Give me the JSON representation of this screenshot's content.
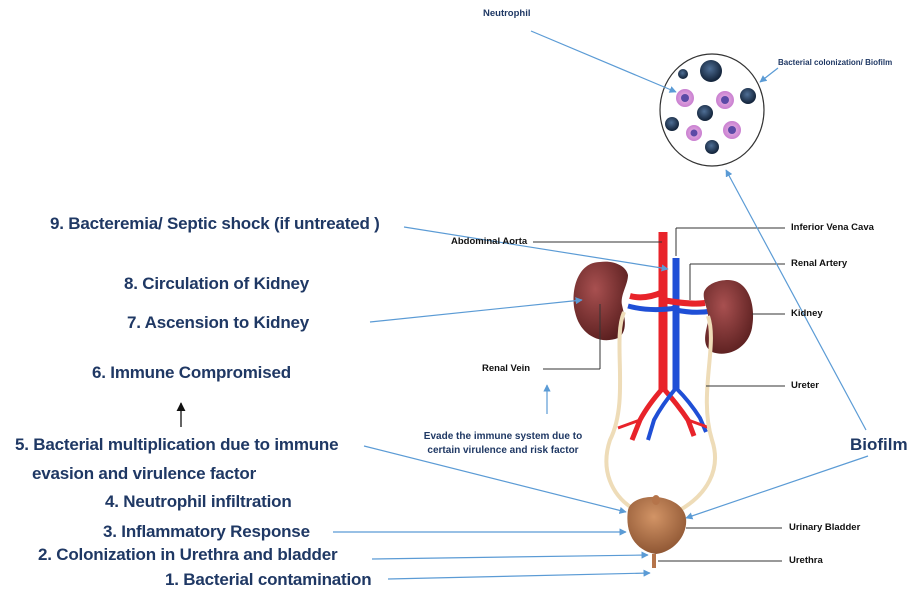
{
  "steps": {
    "s9": "9. Bacteremia/ Septic shock (if untreated )",
    "s8": "8. Circulation of Kidney",
    "s7": "7. Ascension to  Kidney",
    "s6": "6. Immune Compromised",
    "s5_line1": "5. Bacterial multiplication due to immune",
    "s5_line2": "evasion and virulence factor",
    "s4": "4. Neutrophil infiltration",
    "s3": "3. Inflammatory Response",
    "s2": "2. Colonization in Urethra and bladder",
    "s1": "1. Bacterial contamination"
  },
  "anatomy_labels": {
    "neutrophil": "Neutrophil",
    "biofilm_small": "Bacterial colonization/  Biofilm",
    "abdominal_aorta": "Abdominal Aorta",
    "inferior_vena_cava": "Inferior Vena Cava",
    "renal_artery": "Renal Artery",
    "kidney": "Kidney",
    "renal_vein": "Renal Vein",
    "ureter": "Ureter",
    "urinary_bladder": "Urinary Bladder",
    "urethra": "Urethra",
    "biofilm_big": "Biofilm"
  },
  "evade_note": {
    "line1": "Evade the immune system due to",
    "line2": "certain virulence  and risk factor"
  },
  "colors": {
    "step_text": "#1f3864",
    "arrow": "#5b9bd5",
    "artery": "#e8232a",
    "vein": "#1f4fd6",
    "kidney": "#7a2e2e",
    "bladder": "#b5744a",
    "ureter": "#eedcb8"
  }
}
